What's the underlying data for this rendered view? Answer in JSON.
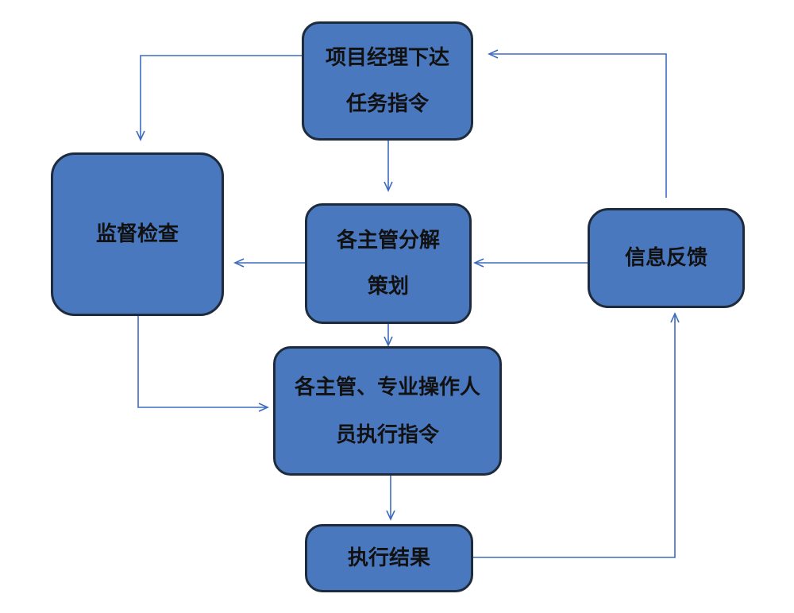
{
  "diagram": {
    "nodes": {
      "task": {
        "line1": "项目经理下达",
        "line2": "任务指令"
      },
      "plan": {
        "line1": "各主管分解",
        "line2": "策划"
      },
      "exec": {
        "line1": "各主管、专业操作人",
        "line2": "员执行指令"
      },
      "result": {
        "label": "执行结果"
      },
      "supervise": {
        "label": "监督检查"
      },
      "feedback": {
        "label": "信息反馈"
      }
    },
    "colors": {
      "node_fill": "#4a78bf",
      "node_border": "#1e2b3c",
      "connector": "#3d6cbf",
      "text": "#111111"
    }
  }
}
